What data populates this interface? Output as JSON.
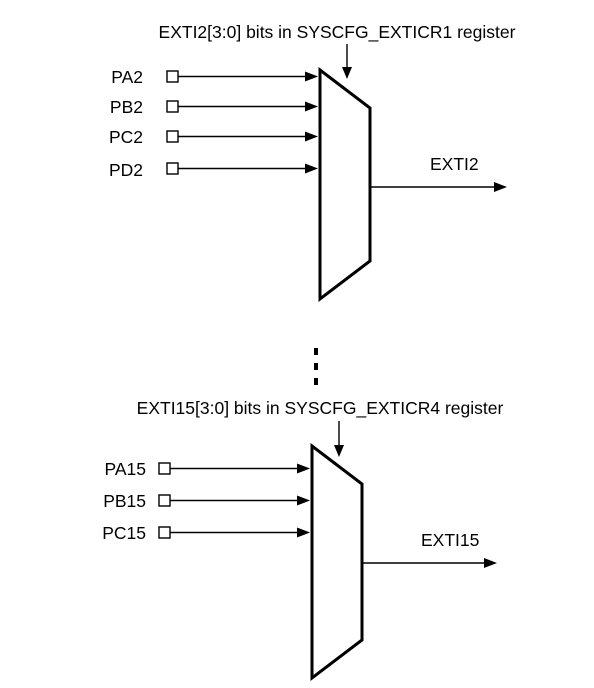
{
  "mux1": {
    "select_label": "EXTI2[3:0] bits in SYSCFG_EXTICR1 register",
    "inputs": [
      "PA2",
      "PB2",
      "PC2",
      "PD2"
    ],
    "output": "EXTI2"
  },
  "mux2": {
    "select_label": "EXTI15[3:0] bits in SYSCFG_EXTICR4 register",
    "inputs": [
      "PA15",
      "PB15",
      "PC15"
    ],
    "output": "EXTI15"
  },
  "colors": {
    "line": "#000000",
    "background": "#ffffff"
  }
}
